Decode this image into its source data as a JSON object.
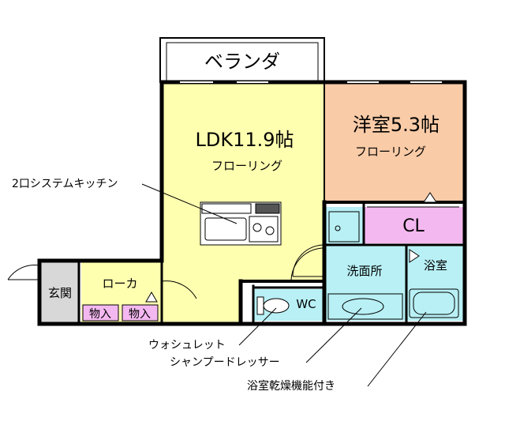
{
  "rooms": {
    "balcony": "ベランダ",
    "ldk_name": "LDK11.9帖",
    "ldk_floor": "フローリング",
    "western_name": "洋室5.3帖",
    "western_floor": "フローリング",
    "closet": "CL",
    "bathroom": "浴室",
    "washroom": "洗面所",
    "toilet": "WC",
    "corridor": "ローカ",
    "entrance": "玄関",
    "storage_1": "物入",
    "storage_2": "物入"
  },
  "callouts": {
    "kitchen": "2口システムキッチン",
    "washlet": "ウォシュレット",
    "shampoo_dresser": "シャンプードレッサー",
    "bath_dryer": "浴室乾燥機能付き"
  },
  "colors": {
    "ldk": "#FFFFB0",
    "western": "#F9CBA7",
    "closet": "#F4B8F0",
    "water": "#B8F0F5",
    "entrance": "#D8D8D8",
    "wall": "#000000"
  }
}
